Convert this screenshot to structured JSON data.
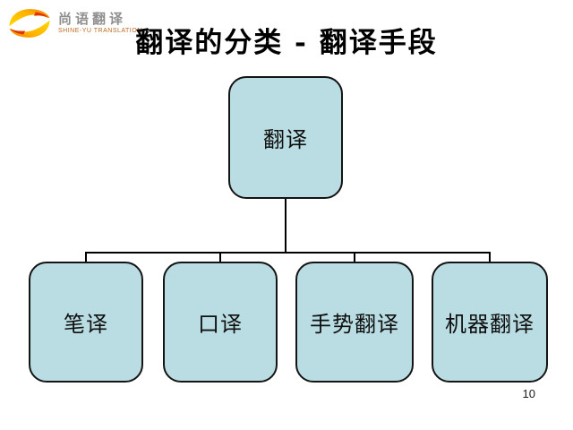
{
  "logo": {
    "chinese_name": "尚语翻译",
    "tagline": "SHINE-YU TRANSLATION",
    "icon": "swirl-logo-icon",
    "colors": {
      "swirl_yellow": "#ffcf00",
      "swirl_orange": "#f07800",
      "swirl_red": "#e03400",
      "name_gray": "#8f8f8f",
      "tagline_orange": "#bc6a22"
    }
  },
  "slide": {
    "title": "翻译的分类 - 翻译手段",
    "page_number": "10",
    "background": "#ffffff"
  },
  "diagram": {
    "type": "org-chart",
    "root": {
      "label": "翻译"
    },
    "children": [
      {
        "label": "笔译"
      },
      {
        "label": "口译"
      },
      {
        "label": "手势翻译"
      },
      {
        "label": "机器翻译"
      }
    ],
    "node_fill": "#b9dde2",
    "node_border": "#141414",
    "connector_color": "#000000"
  }
}
